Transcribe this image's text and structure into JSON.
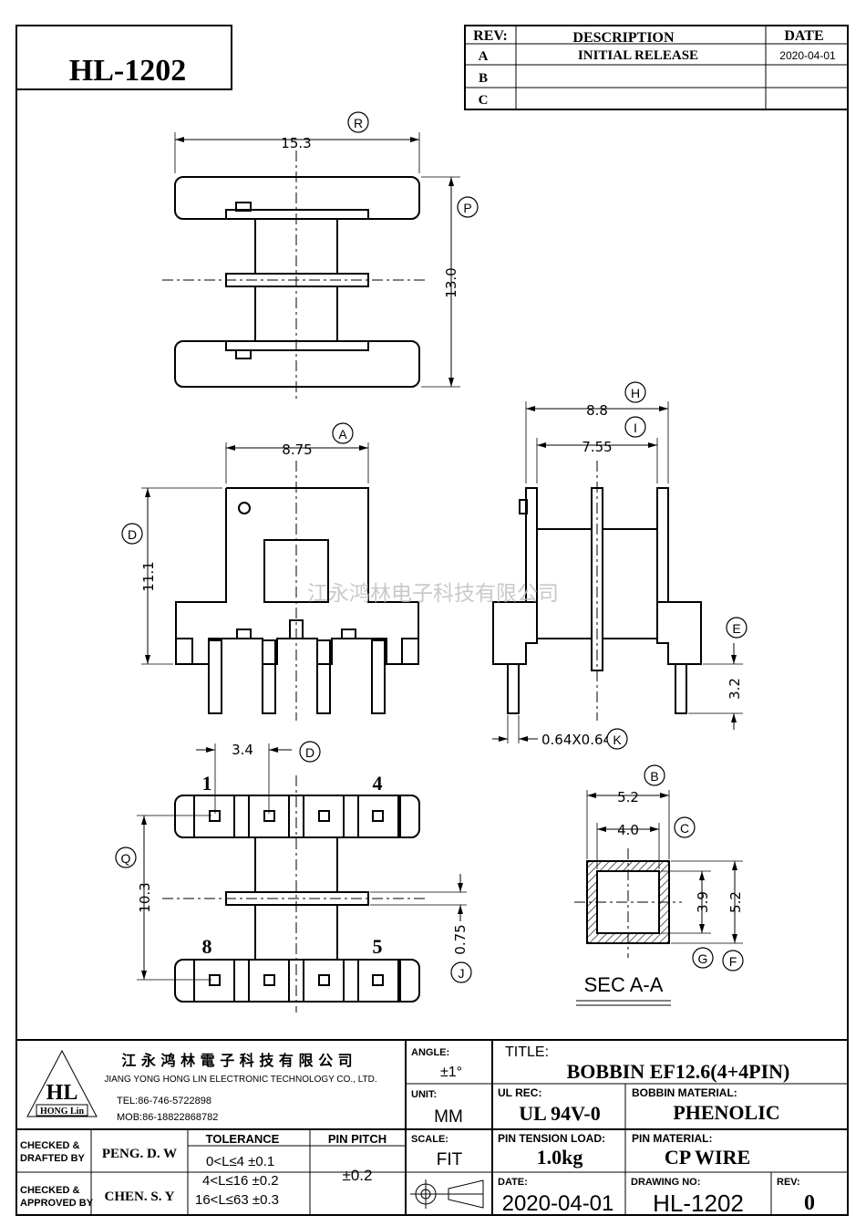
{
  "part_no": "HL-1202",
  "rev_table": {
    "headers": {
      "rev": "REV:",
      "desc": "DESCRIPTION",
      "date": "DATE"
    },
    "rows": [
      {
        "rev": "A",
        "desc": "INITIAL RELEASE",
        "date": "2020-04-01"
      },
      {
        "rev": "B",
        "desc": "",
        "date": ""
      },
      {
        "rev": "C",
        "desc": "",
        "date": ""
      }
    ]
  },
  "watermark": "江永鸿林电子科技有限公司",
  "dims": {
    "R": "15.3",
    "P": "13.0",
    "A": "8.75",
    "D_height": "11.1",
    "H": "8.8",
    "I": "7.55",
    "E": "3.2",
    "K": "0.64X0.64",
    "pin_pitch": "3.4",
    "Q": "10.3",
    "J": "0.75",
    "B": "5.2",
    "C": "4.0",
    "G": "3.9",
    "F": "5.2"
  },
  "labels": {
    "R": "R",
    "P": "P",
    "A": "A",
    "D": "D",
    "H": "H",
    "I": "I",
    "E": "E",
    "K": "K",
    "Q": "Q",
    "J": "J",
    "B": "B",
    "C": "C",
    "G": "G",
    "F": "F"
  },
  "pins": {
    "p1": "1",
    "p4": "4",
    "p8": "8",
    "p5": "5"
  },
  "section_label": "SEC  A-A",
  "company": {
    "name_cn": "江 永 鸿 林 電 子 科 技 有 限 公 司",
    "name_en": "JIANG YONG HONG LIN ELECTRONIC TECHNOLOGY CO., LTD.",
    "tel": "TEL:86-746-5722898",
    "mob": "MOB:86-18822868782",
    "logo_text": "HL",
    "logo_sub": "HONG Lin"
  },
  "title_block": {
    "angle_label": "ANGLE:",
    "angle_value": "±1°",
    "unit_label": "UNIT:",
    "unit_value": "MM",
    "scale_label": "SCALE:",
    "scale_value": "FIT",
    "title_label": "TITLE:",
    "title_value": "BOBBIN   EF12.6(4+4PIN)",
    "ul_label": "UL REC:",
    "ul_value": "UL 94V-0",
    "material_label": "BOBBIN MATERIAL:",
    "material_value": "PHENOLIC",
    "tension_label": "PIN TENSION LOAD:",
    "tension_value": "1.0kg",
    "pin_material_label": "PIN MATERIAL:",
    "pin_material_value": "CP WIRE",
    "date_label": "DATE:",
    "date_value": "2020-04-01",
    "drawing_label": "DRAWING NO:",
    "drawing_value": "HL-1202",
    "rev_label": "REV:",
    "rev_value": "0",
    "checked_drafted": "CHECKED &\nDRAFTED BY",
    "checked_drafted_1": "CHECKED &",
    "checked_drafted_2": "DRAFTED BY",
    "drafted_name": "PENG. D. W",
    "checked_approved_1": "CHECKED &",
    "checked_approved_2": "APPROVED BY",
    "approved_name": "CHEN. S. Y",
    "tolerance_label": "TOLERANCE",
    "tol1": "0<L≤4  ±0.1",
    "tol2": "4<L≤16 ±0.2",
    "tol3": "16<L≤63 ±0.3",
    "pitch_label": "PIN PITCH",
    "pitch_value": "±0.2"
  }
}
